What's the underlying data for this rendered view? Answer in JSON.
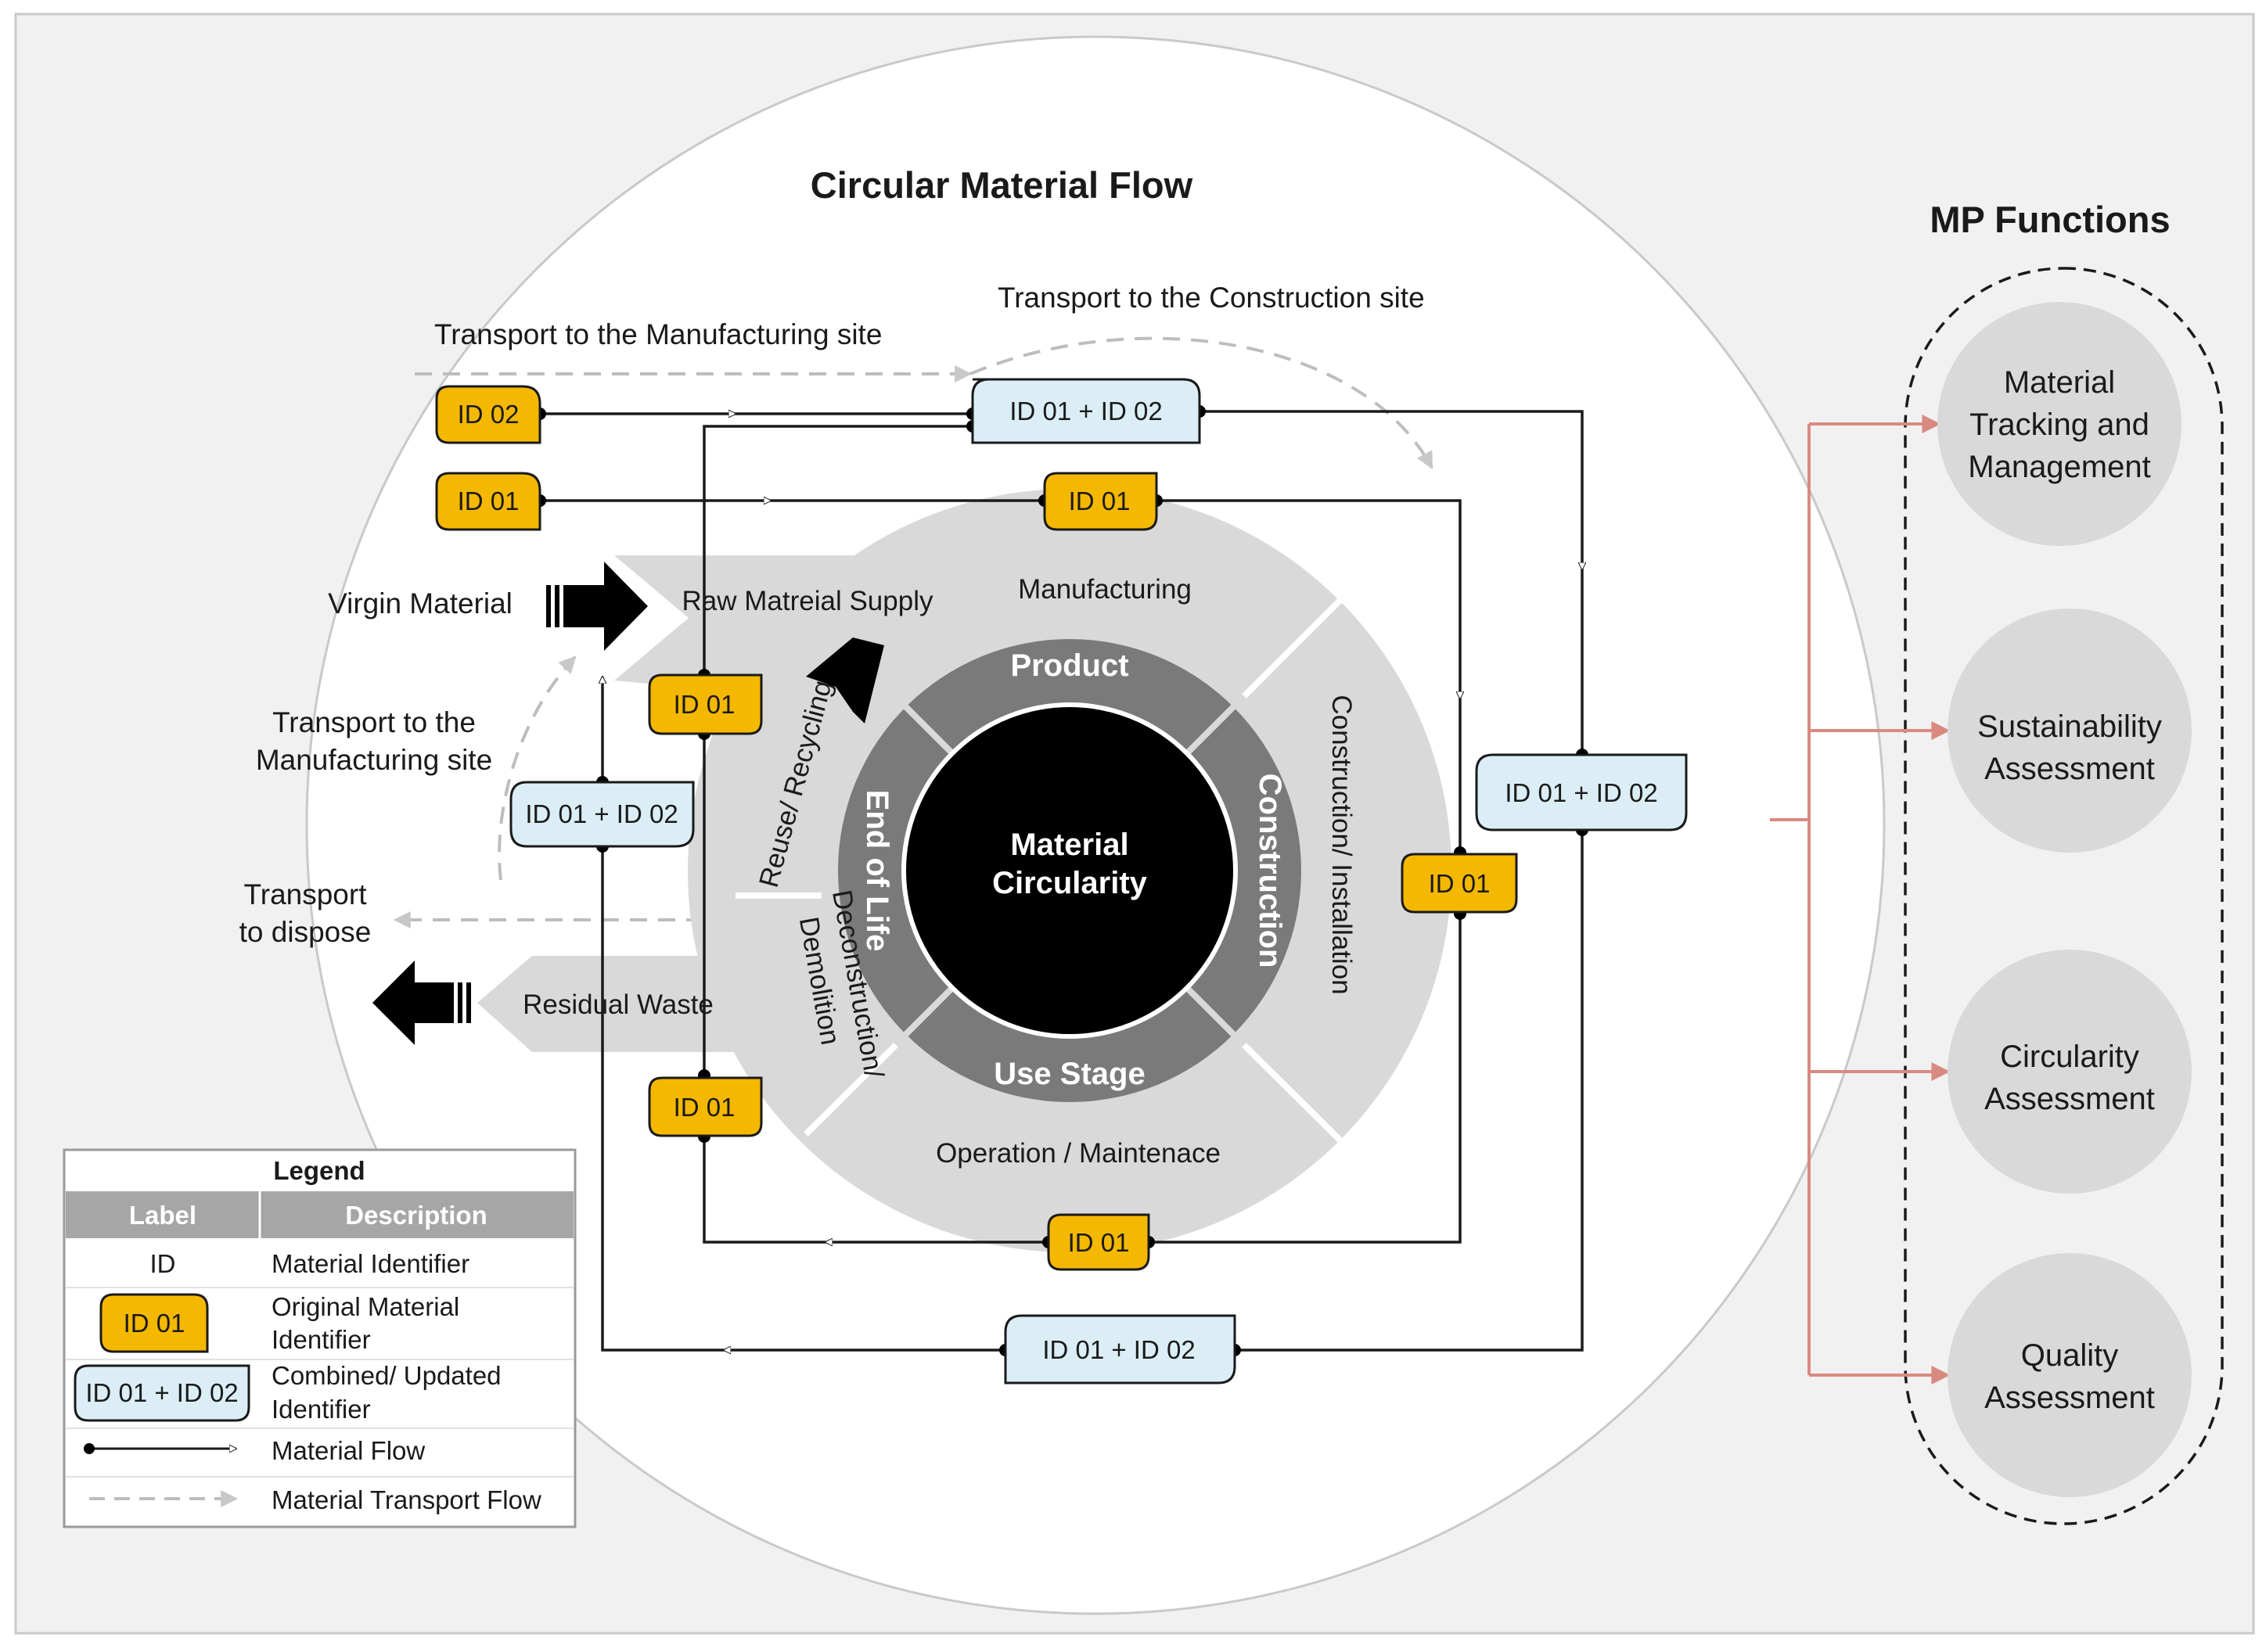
{
  "diagram": {
    "title": "Circular Material Flow",
    "hub": {
      "line1": "Material",
      "line2": "Circularity"
    },
    "sectors": {
      "top": "Product",
      "right": "Construction",
      "bottom": "Use Stage",
      "left": "End of Life"
    },
    "ring_labels": {
      "manufacturing": "Manufacturing",
      "construction_installation": "Construction/ Installation",
      "operation_maintenance": "Operation / Maintenace",
      "deconstruction_line1": "Deconstruction/",
      "deconstruction_line2": "Demolition",
      "reuse_recycling": "Reuse/ Recycling"
    },
    "inputs": {
      "virgin_material": "Virgin Material",
      "raw_material_supply": "Raw Matreial Supply",
      "residual_waste": "Residual Waste"
    },
    "transport": {
      "to_manufacturing_top": "Transport to the Manufacturing site",
      "to_construction": "Transport to the Construction site",
      "to_manufacturing_left_line1": "Transport to the",
      "to_manufacturing_left_line2": "Manufacturing site",
      "to_dispose_line1": "Transport",
      "to_dispose_line2": "to dispose"
    },
    "tags": {
      "id02": "ID 02",
      "id01": "ID 01",
      "combined": "ID 01 + ID 02"
    }
  },
  "mp_functions": {
    "title": "MP Functions",
    "items": [
      {
        "line1": "Material",
        "line2": "Tracking and",
        "line3": "Management"
      },
      {
        "line1": "Sustainability",
        "line2": "Assessment"
      },
      {
        "line1": "Circularity",
        "line2": "Assessment"
      },
      {
        "line1": "Quality",
        "line2": "Assessment"
      }
    ]
  },
  "legend": {
    "title": "Legend",
    "col_label": "Label",
    "col_description": "Description",
    "rows": {
      "id_label": "ID",
      "id_desc": "Material Identifier",
      "orig_label": "ID 01",
      "orig_desc_line1": "Original Material",
      "orig_desc_line2": "Identifier",
      "comb_label": "ID 01 + ID 02",
      "comb_desc_line1": "Combined/ Updated",
      "comb_desc_line2": "Identifier",
      "flow_desc": "Material Flow",
      "transport_desc": "Material Transport Flow"
    }
  },
  "colors": {
    "original_tag": "#f5b800",
    "combined_tag": "#dbeef6",
    "ring_dark": "#7a7a7a",
    "ring_light": "#d9d9d9",
    "function_arrow": "#d98a80"
  }
}
